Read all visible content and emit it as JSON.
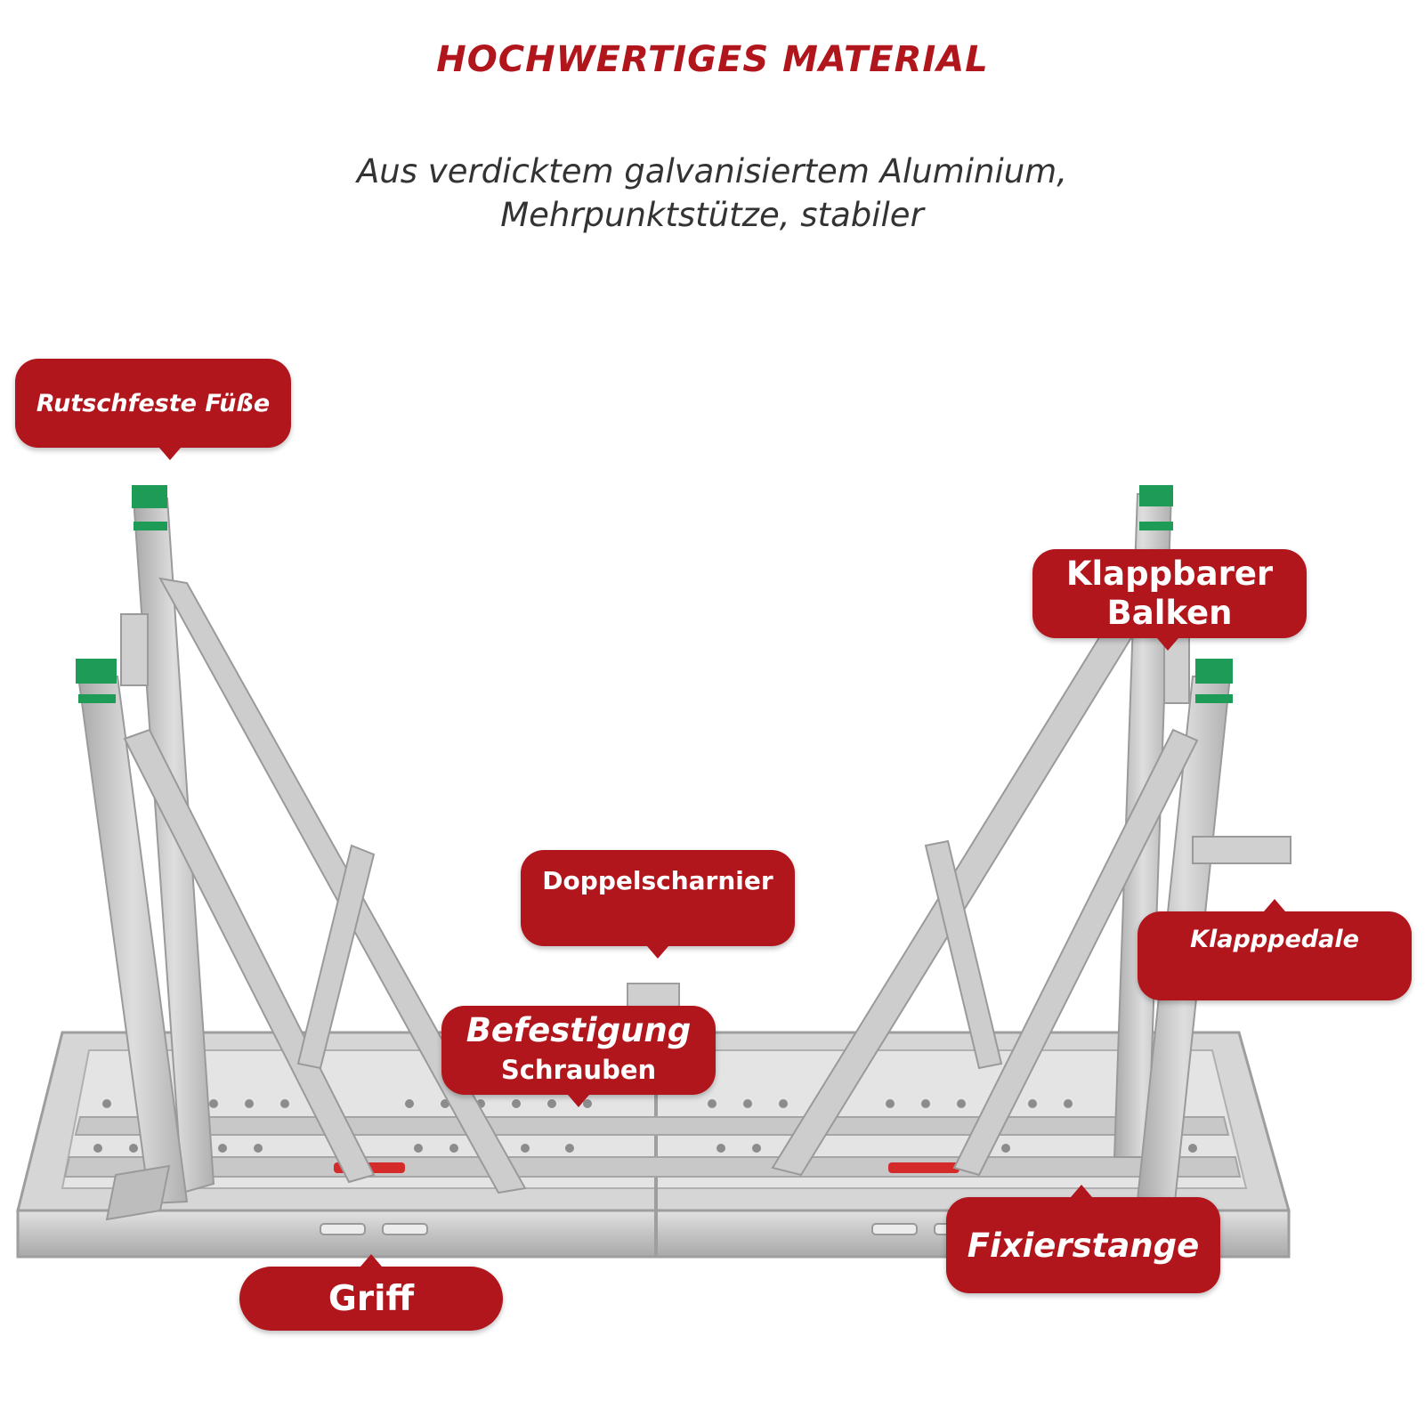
{
  "header": {
    "title": "HOCHWERTIGES MATERIAL",
    "subtitle_line1": "Aus verdicktem galvanisiertem Aluminium,",
    "subtitle_line2": "Mehrpunktstütze, stabiler"
  },
  "callouts": {
    "rutschfeste_fuesse": "Rutschfeste Füße",
    "klappbarer_balken_line1": "Klappbarer",
    "klappbarer_balken_line2": "Balken",
    "doppelscharnier": "Doppelscharnier",
    "klapppedale": "Klapppedale",
    "befestigung_line1": "Befestigung",
    "befestigung_line2": "Schrauben",
    "fixierstange": "Fixierstange",
    "griff": "Griff"
  },
  "colors": {
    "accent": "#b1161d",
    "metal": "#c9c9c9",
    "foot_caps": "#1e9b57",
    "lever": "#d42a2a"
  },
  "image": {
    "subject": "folding aluminium table frame"
  }
}
